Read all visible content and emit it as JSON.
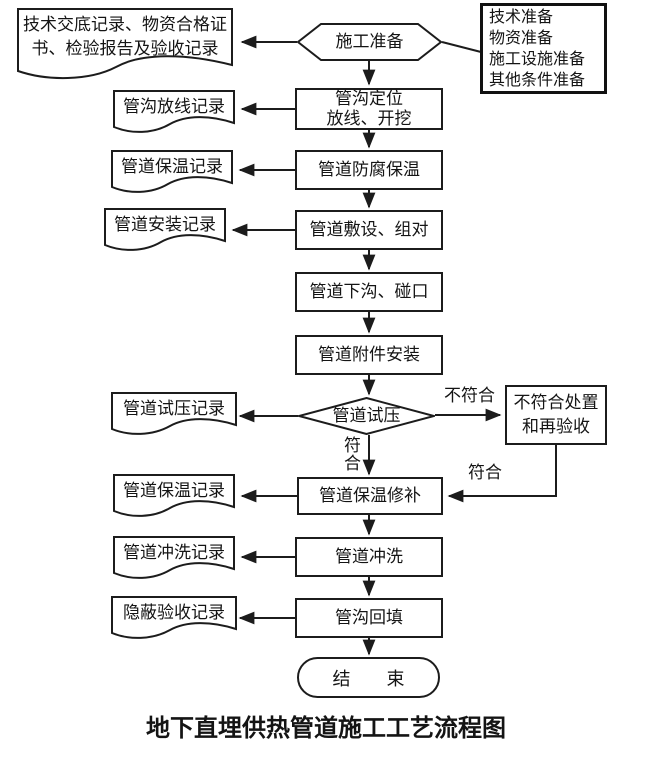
{
  "title": "地下直埋供热管道施工工艺流程图",
  "colors": {
    "line": "#1c1c1c",
    "text": "#141414",
    "background": "#ffffff"
  },
  "flow": {
    "start": {
      "label": "施工准备"
    },
    "prep_box": {
      "label": "技术准备\n物资准备\n施工设施准备\n其他条件准备"
    },
    "steps": [
      {
        "label": "管沟定位\n放线、开挖"
      },
      {
        "label": "管道防腐保温"
      },
      {
        "label": "管道敷设、组对"
      },
      {
        "label": "管道下沟、碰口"
      },
      {
        "label": "管道附件安装"
      },
      {
        "label": "管道保温修补"
      },
      {
        "label": "管道冲洗"
      },
      {
        "label": "管沟回填"
      }
    ],
    "decision": {
      "label": "管道试压"
    },
    "nonconform": {
      "label": "不符合处置\n和再验收"
    },
    "end": {
      "label": "结　束"
    },
    "edge_labels": {
      "fail": "不符合",
      "pass_vertical": "符\n合",
      "pass": "符合"
    }
  },
  "records": [
    {
      "label": "技术交底记录、物资合格证\n书、检验报告及验收记录"
    },
    {
      "label": "管沟放线记录"
    },
    {
      "label": "管道保温记录"
    },
    {
      "label": "管道安装记录"
    },
    {
      "label": "管道试压记录"
    },
    {
      "label": "管道保温记录"
    },
    {
      "label": "管道冲洗记录"
    },
    {
      "label": "隐蔽验收记录"
    }
  ]
}
